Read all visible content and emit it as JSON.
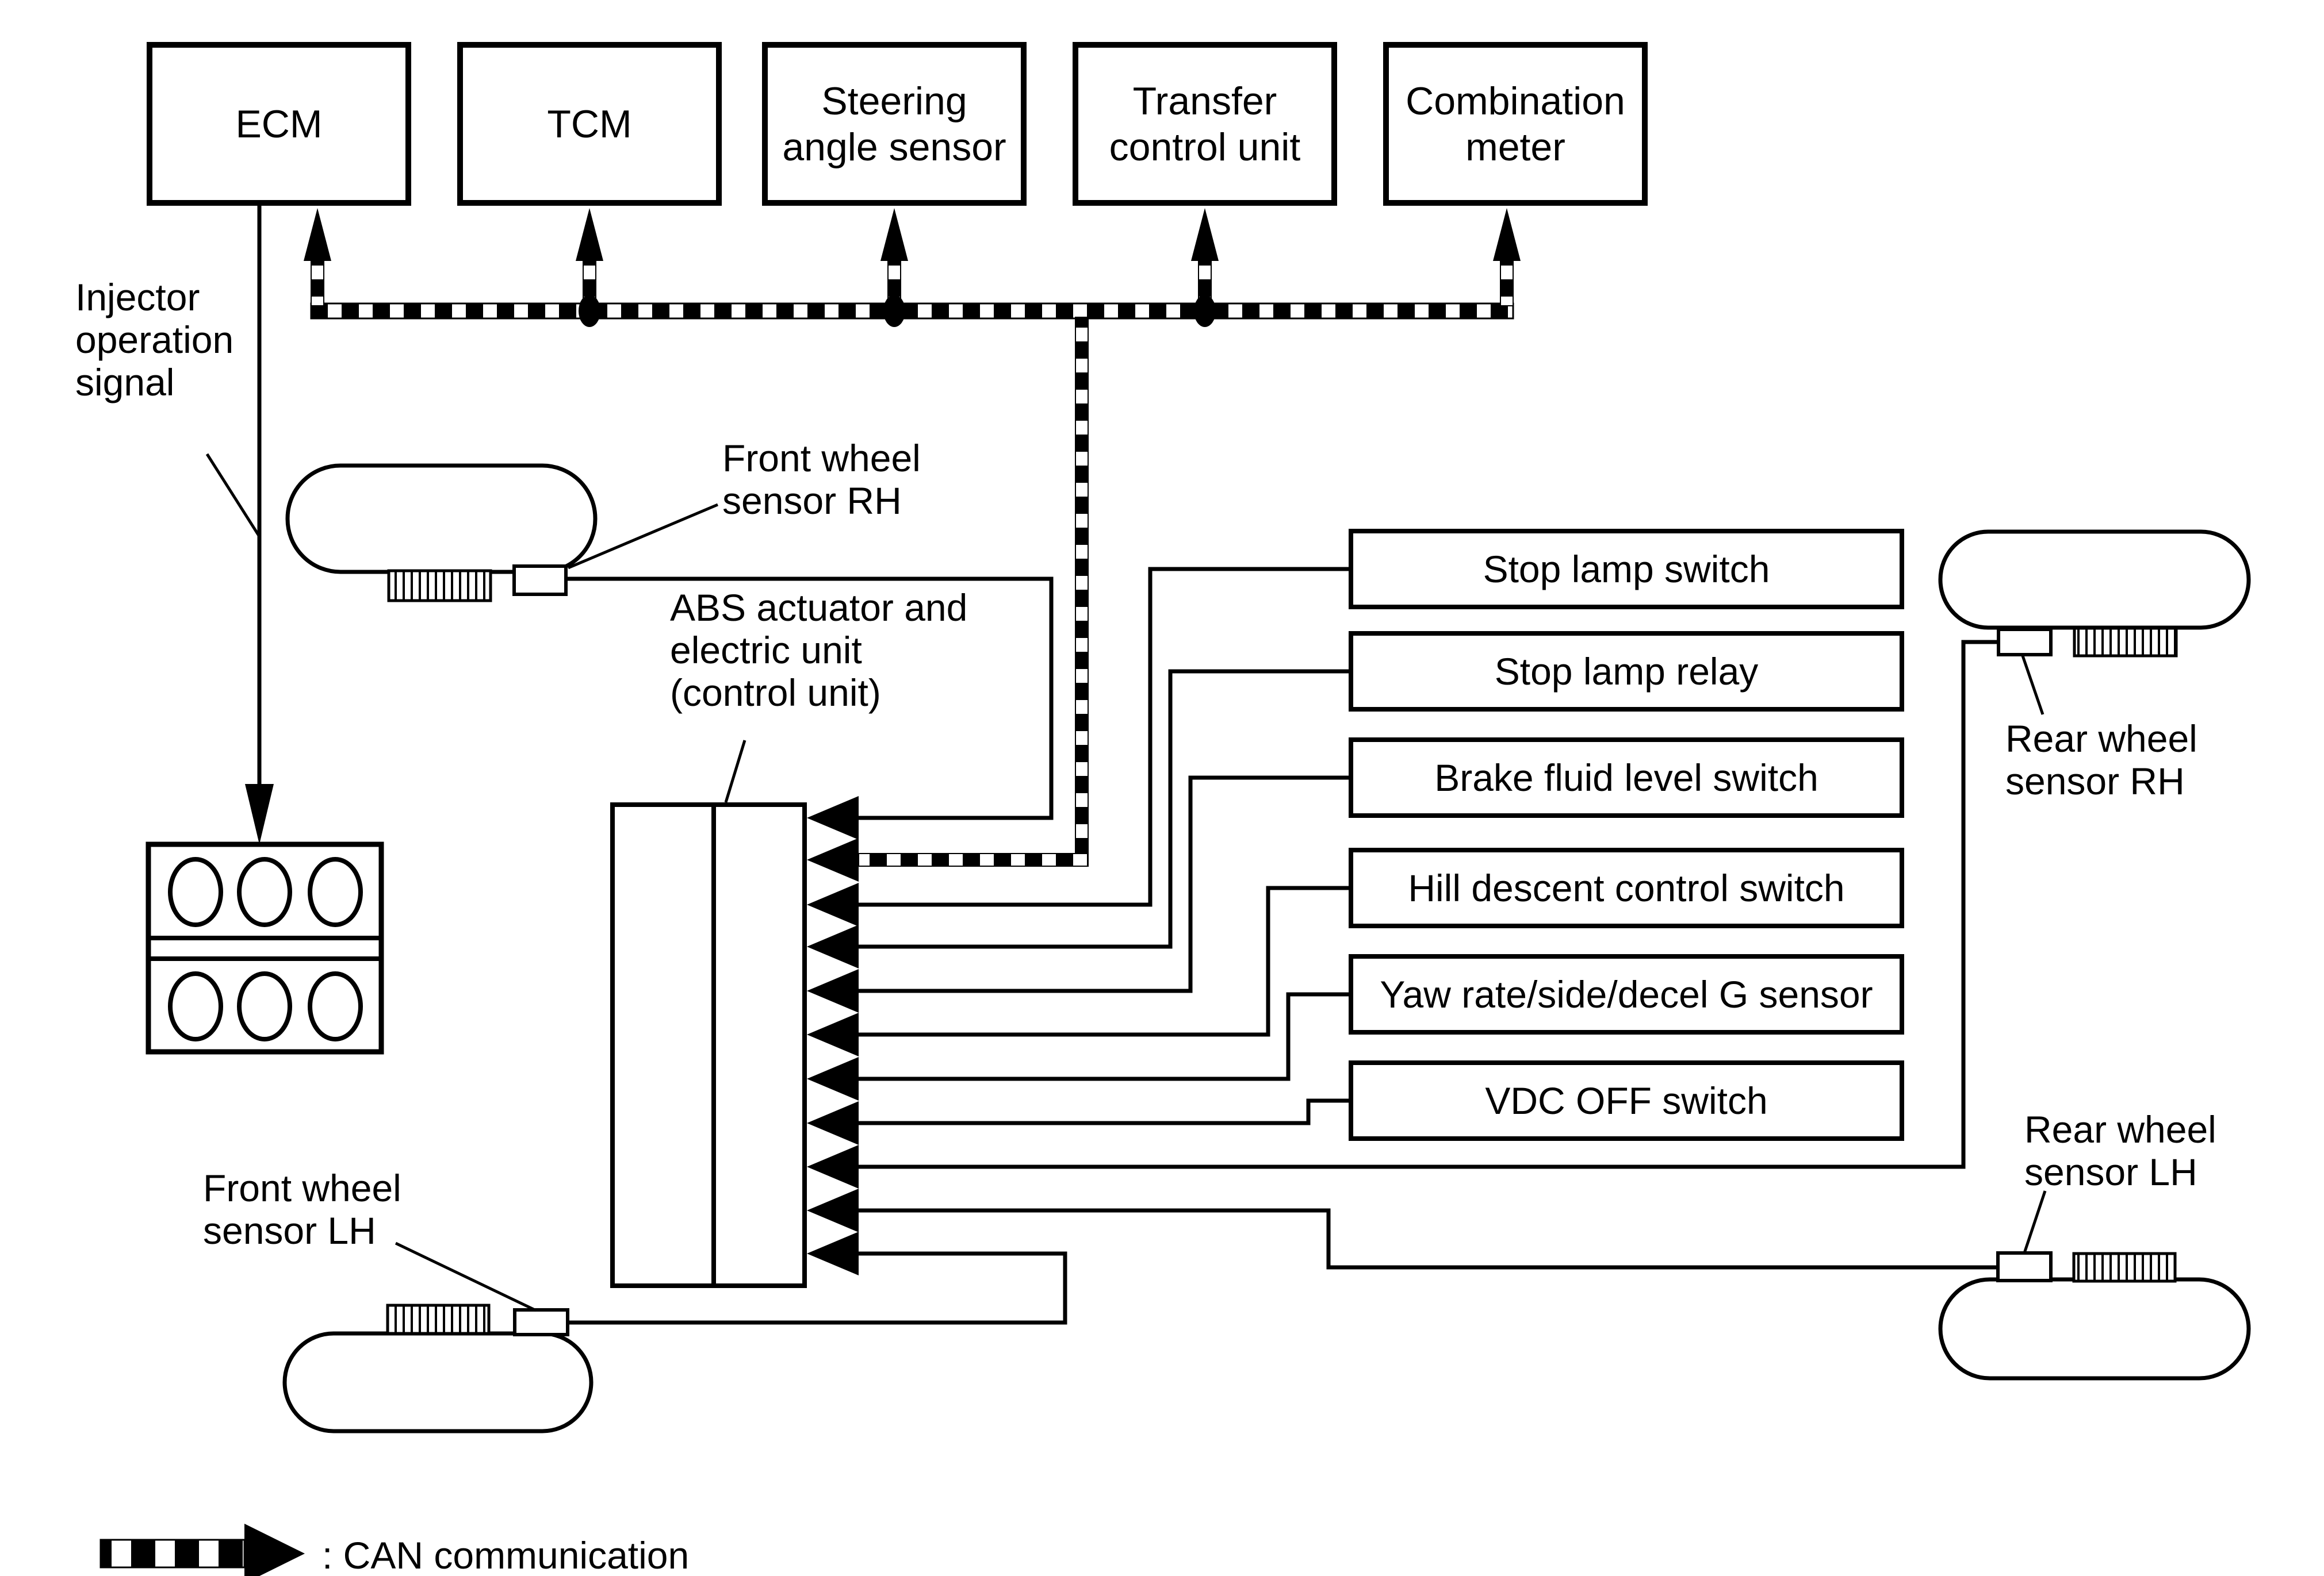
{
  "top_boxes": [
    {
      "lines": [
        "ECM",
        ""
      ]
    },
    {
      "lines": [
        "TCM",
        ""
      ]
    },
    {
      "lines": [
        "Steering",
        "angle sensor"
      ]
    },
    {
      "lines": [
        "Transfer",
        "control unit"
      ]
    },
    {
      "lines": [
        "Combination",
        "meter"
      ]
    }
  ],
  "right_boxes": [
    {
      "label": "Stop lamp switch"
    },
    {
      "label": "Stop lamp relay"
    },
    {
      "label": "Brake fluid level switch"
    },
    {
      "label": "Hill descent control switch"
    },
    {
      "label": "Yaw rate/side/decel G sensor"
    },
    {
      "label": "VDC OFF switch"
    }
  ],
  "abs_unit": {
    "lines": [
      "ABS actuator and",
      "electric unit",
      "(control unit)"
    ]
  },
  "labels": {
    "injector": [
      "Injector",
      "operation",
      "signal"
    ],
    "front_rh": [
      "Front wheel",
      "sensor RH"
    ],
    "front_lh": [
      "Front wheel",
      "sensor LH"
    ],
    "rear_rh": [
      "Rear wheel",
      "sensor RH"
    ],
    "rear_lh": [
      "Rear wheel",
      "sensor LH"
    ]
  },
  "legend": {
    "text": ": CAN communication"
  },
  "colors": {
    "line": "#000000",
    "background": "#ffffff"
  }
}
